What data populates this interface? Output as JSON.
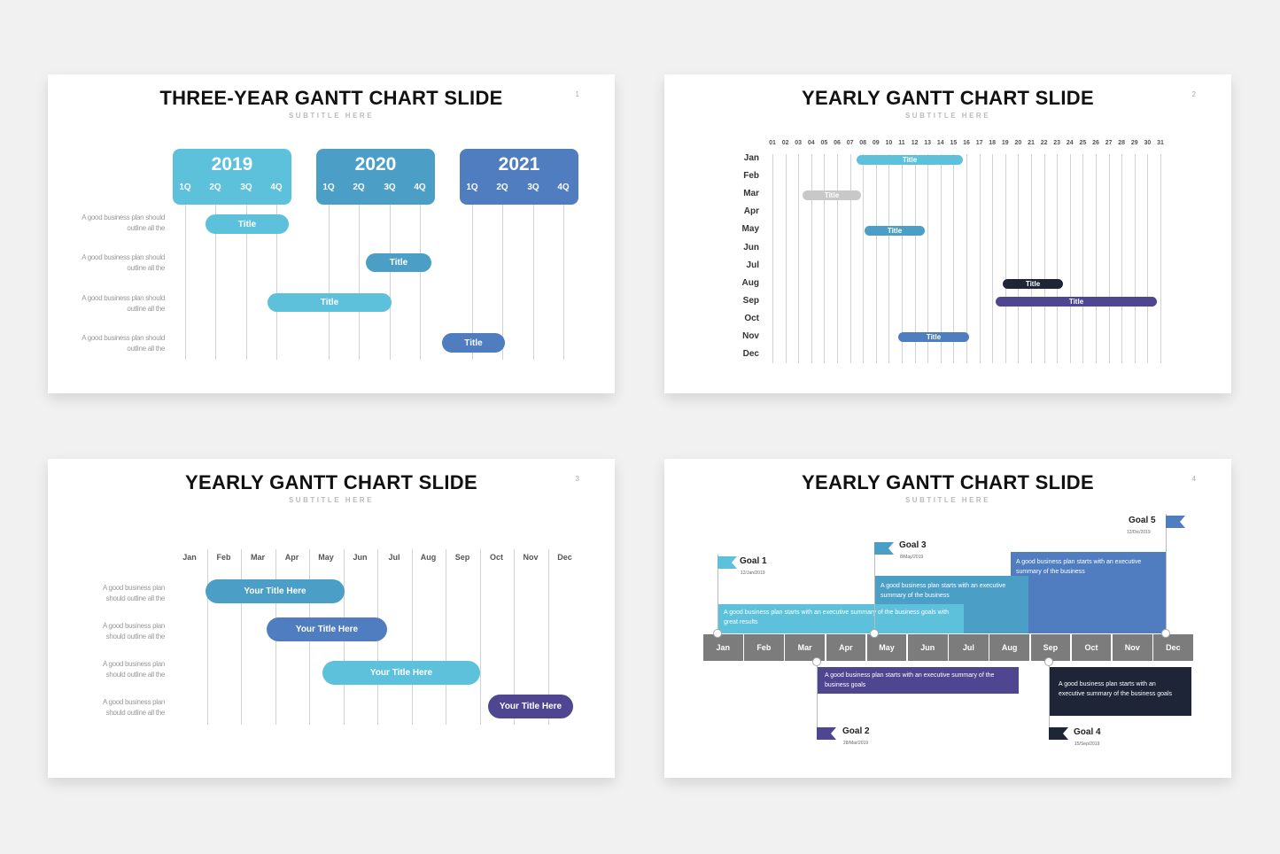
{
  "slide1": {
    "title": "THREE-YEAR GANTT CHART SLIDE",
    "subtitle": "SUBTITLE HERE",
    "page": "1",
    "years": [
      {
        "label": "2019",
        "quarters": [
          "1Q",
          "2Q",
          "3Q",
          "4Q"
        ],
        "color": "#5ec1dc"
      },
      {
        "label": "2020",
        "quarters": [
          "1Q",
          "2Q",
          "3Q",
          "4Q"
        ],
        "color": "#4b9fc6"
      },
      {
        "label": "2021",
        "quarters": [
          "1Q",
          "2Q",
          "3Q",
          "4Q"
        ],
        "color": "#4f7dbf"
      }
    ],
    "rows": [
      {
        "note_line1": "A good business plan should",
        "note_line2": "outline all the",
        "bar": "Title",
        "color": "#5ec1dc"
      },
      {
        "note_line1": "A good business plan should",
        "note_line2": "outline all the",
        "bar": "Title",
        "color": "#4b9fc6"
      },
      {
        "note_line1": "A good business plan should",
        "note_line2": "outline all the",
        "bar": "Title",
        "color": "#5ec1dc"
      },
      {
        "note_line1": "A good business plan should",
        "note_line2": "outline all the",
        "bar": "Title",
        "color": "#4f7dbf"
      }
    ]
  },
  "slide2": {
    "title": "YEARLY GANTT CHART SLIDE",
    "subtitle": "SUBTITLE HERE",
    "page": "2",
    "days": [
      "01",
      "02",
      "03",
      "04",
      "05",
      "06",
      "07",
      "08",
      "09",
      "10",
      "11",
      "12",
      "13",
      "14",
      "15",
      "16",
      "17",
      "18",
      "19",
      "20",
      "21",
      "22",
      "23",
      "24",
      "25",
      "26",
      "27",
      "28",
      "29",
      "30",
      "31"
    ],
    "months": [
      "Jan",
      "Feb",
      "Mar",
      "Apr",
      "May",
      "Jun",
      "Jul",
      "Aug",
      "Sep",
      "Oct",
      "Nov",
      "Dec"
    ],
    "bars": [
      {
        "month": "Jan",
        "label": "Title",
        "color": "#5ec1dc"
      },
      {
        "month": "Mar",
        "label": "Title",
        "color": "#c8c8c8"
      },
      {
        "month": "May",
        "label": "Title",
        "color": "#4b9fc6"
      },
      {
        "month": "Aug",
        "label": "Title",
        "color": "#1e2537"
      },
      {
        "month": "Sep",
        "label": "Title",
        "color": "#4e4690"
      },
      {
        "month": "Nov",
        "label": "Title",
        "color": "#4f7dbf"
      }
    ]
  },
  "slide3": {
    "title": "YEARLY GANTT CHART SLIDE",
    "subtitle": "SUBTITLE HERE",
    "page": "3",
    "months": [
      "Jan",
      "Feb",
      "Mar",
      "Apr",
      "May",
      "Jun",
      "Jul",
      "Aug",
      "Sep",
      "Oct",
      "Nov",
      "Dec"
    ],
    "rows": [
      {
        "note_line1": "A good business plan",
        "note_line2": "should outline all the",
        "bar": "Your Title Here",
        "color": "#4b9fc6"
      },
      {
        "note_line1": "A good business plan",
        "note_line2": "should outline all the",
        "bar": "Your Title Here",
        "color": "#4f7dbf"
      },
      {
        "note_line1": "A good business plan",
        "note_line2": "should outline all the",
        "bar": "Your Title Here",
        "color": "#5ec1dc"
      },
      {
        "note_line1": "A good business plan",
        "note_line2": "should outline all the",
        "bar": "Your Title Here",
        "color": "#4e4690"
      }
    ]
  },
  "slide4": {
    "title": "YEARLY GANTT CHART SLIDE",
    "subtitle": "SUBTITLE HERE",
    "page": "4",
    "months": [
      "Jan",
      "Feb",
      "Mar",
      "Apr",
      "May",
      "Jun",
      "Jul",
      "Aug",
      "Sep",
      "Oct",
      "Nov",
      "Dec"
    ],
    "goals": [
      {
        "name": "Goal 1",
        "date": "12/Jan/2019",
        "color": "#5ec1dc"
      },
      {
        "name": "Goal 2",
        "date": "28/Mar/2019",
        "color": "#4e4690"
      },
      {
        "name": "Goal 3",
        "date": "8/May/2019",
        "color": "#4b9fc6"
      },
      {
        "name": "Goal 4",
        "date": "15/Sep/2019",
        "color": "#1e2537"
      },
      {
        "name": "Goal 5",
        "date": "12/Dic/2019",
        "color": "#4f7dbf"
      }
    ],
    "blocks": {
      "goal1": "A good business plan starts with an executive summary of the business goals with great results",
      "goal2": "A good business plan starts with an executive summary of the business goals",
      "goal3": "A good business plan starts with an executive summary of the business",
      "goal4": "A good business plan starts with an executive summary of the business goals",
      "goal5": "A good business plan starts with an executive summary of the business"
    }
  }
}
